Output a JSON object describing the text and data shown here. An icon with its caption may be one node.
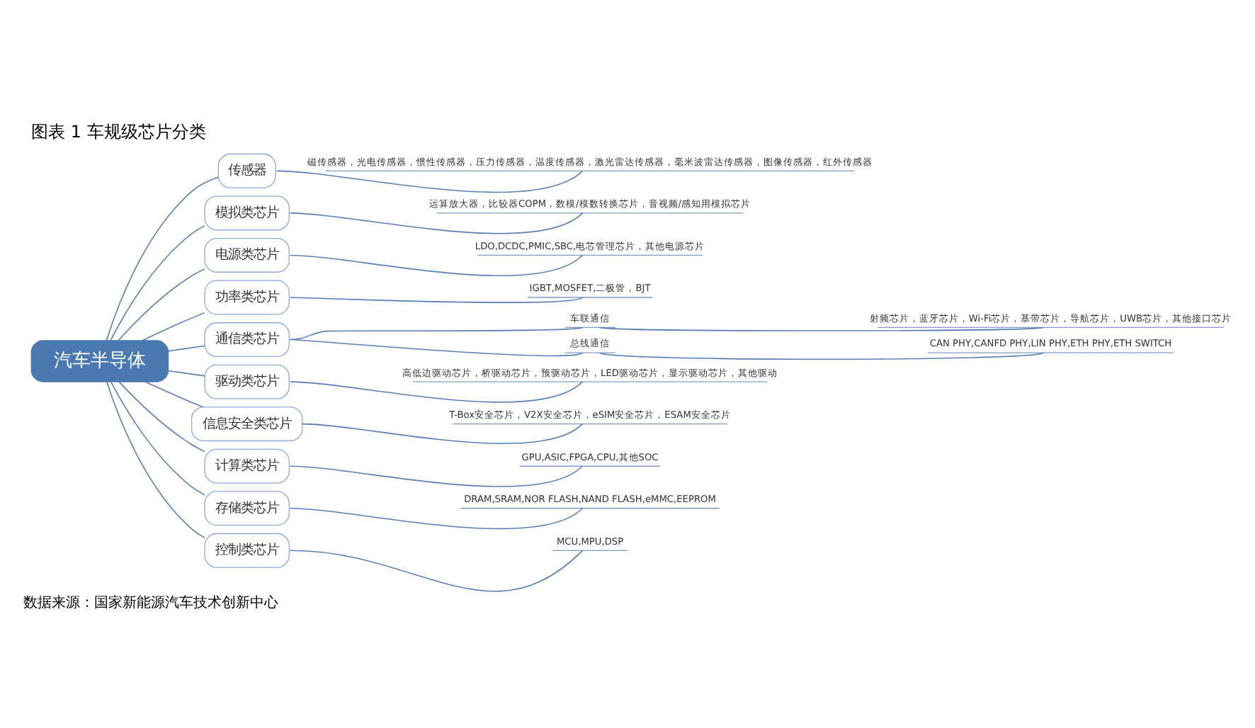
{
  "diagram": {
    "title": "图表 1 车规级芯片分类",
    "caption": "数据来源：国家新能源汽车技术创新中心",
    "nodes": [
      {
        "text": [
          "汽车半导体"
        ]
      },
      {
        "text": [
          "控制类芯片"
        ]
      },
      {
        "text": [
          "MCU,MPU,DSP"
        ]
      },
      {
        "text": [
          "存储类芯片"
        ]
      },
      {
        "text": [
          "DRAM,SRAM,NOR FLASH,NAND FLASH,eMMC,EEPROM"
        ]
      },
      {
        "text": [
          "计算类芯片"
        ]
      },
      {
        "text": [
          "GPU,ASIC,FPGA,CPU,其他SOC"
        ]
      },
      {
        "text": [
          "信息安全类芯片"
        ]
      },
      {
        "text": [
          "T-Box安全芯片，V2X安全芯片，eSIM安全芯片，ESAM安全芯片"
        ]
      },
      {
        "text": [
          "驱动类芯片"
        ]
      },
      {
        "text": [
          "高低边驱动芯片，桥驱动芯片，预驱动芯片，LED驱动芯片，显示驱动芯片，其他驱动"
        ]
      },
      {
        "text": [
          "通信类芯片"
        ]
      },
      {
        "text": [
          "总线通信"
        ]
      },
      {
        "text": [
          "CAN PHY,CANFD PHY,LIN PHY,ETH PHY,ETH SWITCH"
        ]
      },
      {
        "text": [
          "车联通信"
        ]
      },
      {
        "text": [
          "射频芯片，蓝牙芯片，Wi-Fi芯片，基带芯片，导航芯片，UWB芯片，其他接口芯片"
        ]
      },
      {
        "text": [
          "功率类芯片"
        ]
      },
      {
        "text": [
          "IGBT,MOSFET,二极管，BJT"
        ]
      },
      {
        "text": [
          "电源类芯片"
        ]
      },
      {
        "text": [
          "LDO,DCDC,PMIC,SBC,电芯管理芯片，其他电源芯片"
        ]
      },
      {
        "text": [
          "模拟类芯片"
        ]
      },
      {
        "text": [
          "运算放大器，比较器COPM，数模/模数转换芯片，音视频/感知用模拟芯片"
        ]
      },
      {
        "text": [
          "传感器"
        ]
      },
      {
        "text": [
          "磁传感器，光电传感器，惯性传感器，压力传感器，温度传感器，激光雷达传感器，毫米波雷达传感器，图像传感器，红外传感器"
        ]
      }
    ],
    "edges": [
      {
        "from": 0,
        "to": 1,
        "arrow": "none"
      },
      {
        "from": 1,
        "to": 2,
        "arrow": "none"
      },
      {
        "from": 0,
        "to": 3,
        "arrow": "none"
      },
      {
        "from": 3,
        "to": 4,
        "arrow": "none"
      },
      {
        "from": 0,
        "to": 5,
        "arrow": "none"
      },
      {
        "from": 5,
        "to": 6,
        "arrow": "none"
      },
      {
        "from": 0,
        "to": 7,
        "arrow": "none"
      },
      {
        "from": 7,
        "to": 8,
        "arrow": "none"
      },
      {
        "from": 0,
        "to": 9,
        "arrow": "none"
      },
      {
        "from": 9,
        "to": 10,
        "arrow": "none"
      },
      {
        "from": 0,
        "to": 11,
        "arrow": "none"
      },
      {
        "from": 11,
        "to": 12,
        "arrow": "none"
      },
      {
        "from": 12,
        "to": 13,
        "arrow": "none"
      },
      {
        "from": 11,
        "to": 14,
        "arrow": "none"
      },
      {
        "from": 14,
        "to": 15,
        "arrow": "none"
      },
      {
        "from": 0,
        "to": 16,
        "arrow": "none"
      },
      {
        "from": 16,
        "to": 17,
        "arrow": "none"
      },
      {
        "from": 0,
        "to": 18,
        "arrow": "none"
      },
      {
        "from": 18,
        "to": 19,
        "arrow": "none"
      },
      {
        "from": 0,
        "to": 20,
        "arrow": "none"
      },
      {
        "from": 20,
        "to": 21,
        "arrow": "none"
      },
      {
        "from": 0,
        "to": 22,
        "arrow": "none"
      },
      {
        "from": 22,
        "to": 23,
        "arrow": "none"
      }
    ]
  }
}
